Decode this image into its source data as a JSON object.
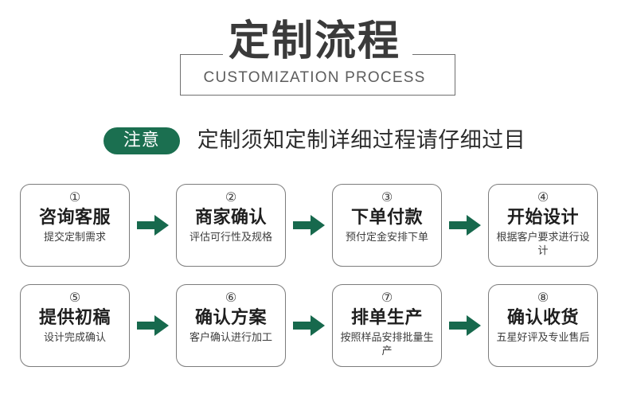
{
  "header": {
    "title_cn": "定制流程",
    "title_en": "CUSTOMIZATION PROCESS"
  },
  "notice": {
    "badge_label": "注意",
    "text": "定制须知定制详细过程请仔细过目"
  },
  "colors": {
    "brand_green": "#1b6f50",
    "arrow_green": "#17694d",
    "frame_gray": "#6f6f6f",
    "box_border": "#7c7c7c",
    "title_cn_color": "#3a3a3a",
    "title_en_color": "#5d5d5d"
  },
  "steps": {
    "row1": [
      {
        "number": "①",
        "title": "咨询客服",
        "desc": "提交定制需求"
      },
      {
        "number": "②",
        "title": "商家确认",
        "desc": "评估可行性及规格"
      },
      {
        "number": "③",
        "title": "下单付款",
        "desc": "预付定金安排下单"
      },
      {
        "number": "④",
        "title": "开始设计",
        "desc": "根据客户要求进行设计"
      }
    ],
    "row2": [
      {
        "number": "⑤",
        "title": "提供初稿",
        "desc": "设计完成确认"
      },
      {
        "number": "⑥",
        "title": "确认方案",
        "desc": "客户确认进行加工"
      },
      {
        "number": "⑦",
        "title": "排单生产",
        "desc": "按照样品安排批量生产"
      },
      {
        "number": "⑧",
        "title": "确认收货",
        "desc": "五星好评及专业售后"
      }
    ]
  }
}
